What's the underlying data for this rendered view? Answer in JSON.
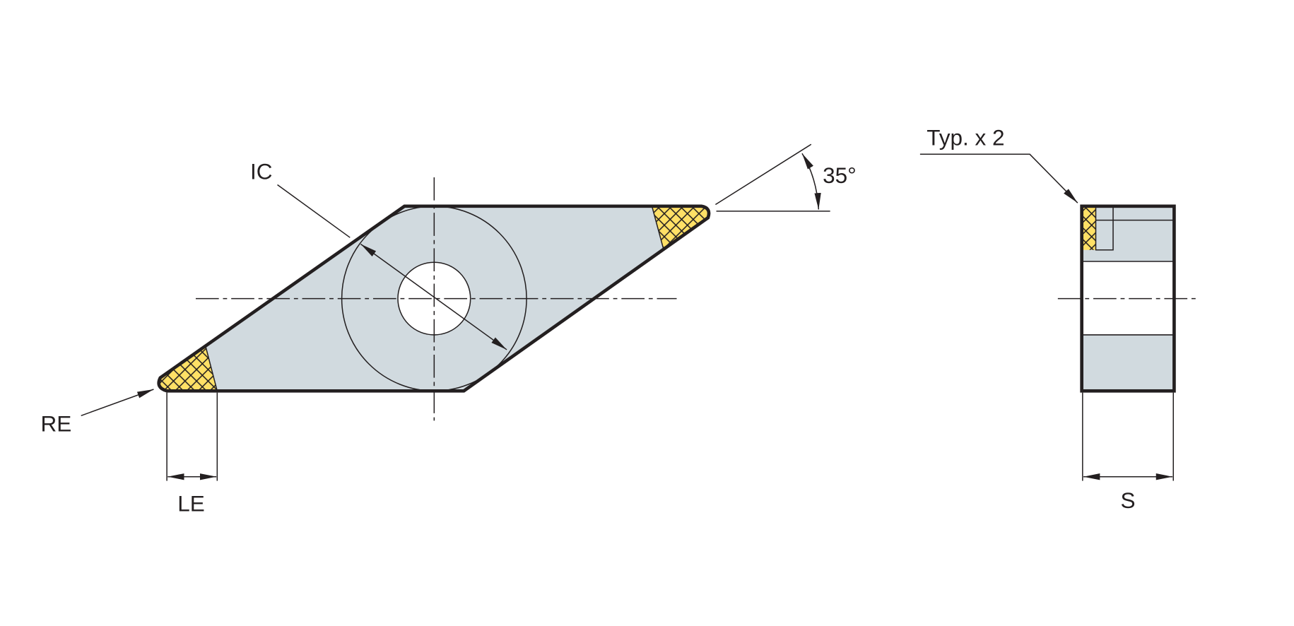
{
  "labels": {
    "ic": "IC",
    "angle": "35°",
    "re": "RE",
    "le": "LE",
    "typ": "Typ. x 2",
    "s": "S"
  },
  "colors": {
    "insert_fill": "#d1dadf",
    "cutting_edge": "#ffe066",
    "line": "#231f20"
  }
}
